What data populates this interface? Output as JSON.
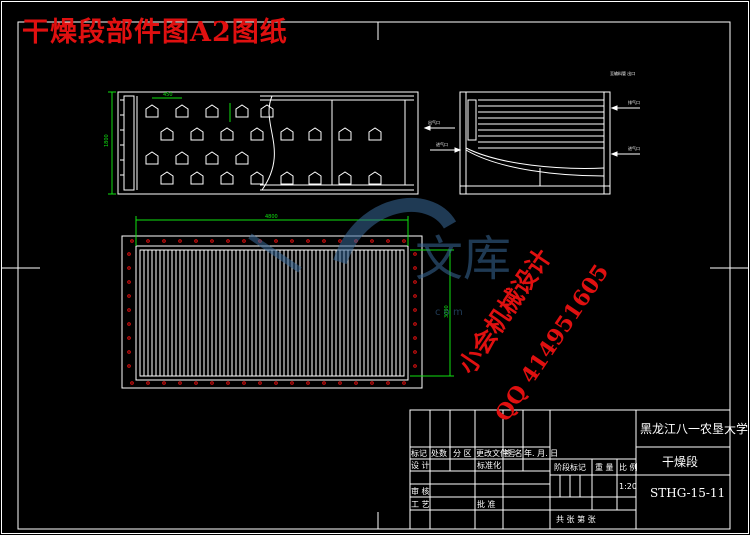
{
  "drawing_title": "干燥段部件图A2图纸",
  "watermark": {
    "line1": "小会机械设计",
    "line2": "QQ 414951605",
    "logo_text": "文库",
    "url_fragment": "c o m"
  },
  "dimensions": {
    "front_width_top": "450",
    "front_height": "1800",
    "plan_width": "4800",
    "plan_height": "3000"
  },
  "side_view_labels": {
    "top_note": "至输料管 出口",
    "arrow_right_top": "排气口",
    "arrow_right_mid": "进气口",
    "arrow_left_top": "出气口",
    "arrow_left_mid": "进气口"
  },
  "title_block": {
    "university": "黑龙江八一农垦大学",
    "part_name": "干燥段",
    "drawing_no": "STHG-15-11",
    "scale": "1:20",
    "row_labels": {
      "marks": "标记",
      "count": "处数",
      "zone": "分 区",
      "change_doc": "更改文件号",
      "sign": "签 名",
      "date": "年. 月. 日",
      "design": "设 计",
      "standardize": "标准化",
      "review": "审 核",
      "process": "工 艺",
      "approve": "批 准"
    },
    "stage_label": "阶段标记",
    "weight_label": "重 量",
    "scale_label": "比 例",
    "sheets": "共  张  第  张"
  }
}
